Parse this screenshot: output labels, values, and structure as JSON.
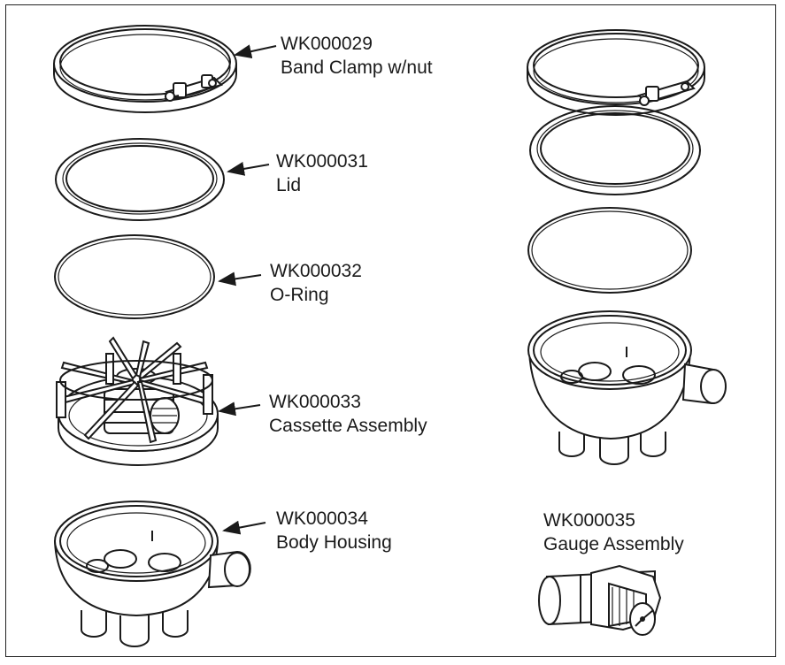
{
  "parts": [
    {
      "key": "band_clamp",
      "part_no": "WK000029",
      "name": "Band Clamp w/nut"
    },
    {
      "key": "lid",
      "part_no": "WK000031",
      "name": "Lid"
    },
    {
      "key": "o_ring",
      "part_no": "WK000032",
      "name": "O-Ring"
    },
    {
      "key": "cassette",
      "part_no": "WK000033",
      "name": "Cassette Assembly"
    },
    {
      "key": "body_housing",
      "part_no": "WK000034",
      "name": "Body Housing"
    },
    {
      "key": "gauge",
      "part_no": "WK000035",
      "name": "Gauge Assembly"
    }
  ],
  "colors": {
    "line": "#1a1a1a",
    "background": "#ffffff",
    "frame": "#222222"
  }
}
